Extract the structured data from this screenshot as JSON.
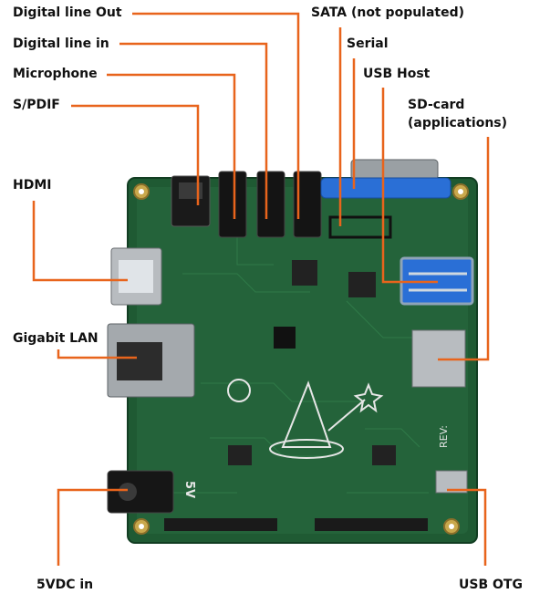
{
  "labels": {
    "digital_line_out": "Digital line Out",
    "digital_line_in": "Digital line in",
    "microphone": "Microphone",
    "spdif": "S/PDIF",
    "hdmi": "HDMI",
    "gigabit_lan": "Gigabit LAN",
    "vdc_in": "5VDC in",
    "sata": "SATA (not populated)",
    "serial": "Serial",
    "usb_host": "USB Host",
    "sd_card_line1": "SD-card",
    "sd_card_line2": "(applications)",
    "usb_otg": "USB OTG"
  },
  "board": {
    "silk_5v": "5V",
    "silk_rev": "REV:"
  },
  "colors": {
    "leader": "#e8641c",
    "pcb": "#1f5a33",
    "highlight": "#2a6fd6"
  }
}
